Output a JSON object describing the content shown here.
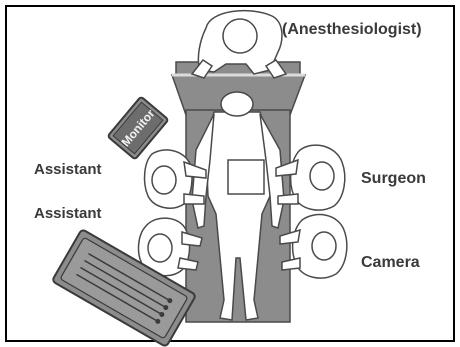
{
  "labels": {
    "anesthesiologist": "(Anesthesiologist)",
    "assistant_1": "Assistant",
    "assistant_2": "Assistant",
    "surgeon": "Surgeon",
    "camera": "Camera",
    "monitor": "Monitor"
  },
  "colors": {
    "table": "#8c8c8c",
    "outline": "#4a4a4a",
    "fill": "#ffffff",
    "text": "#3a3a3a"
  }
}
